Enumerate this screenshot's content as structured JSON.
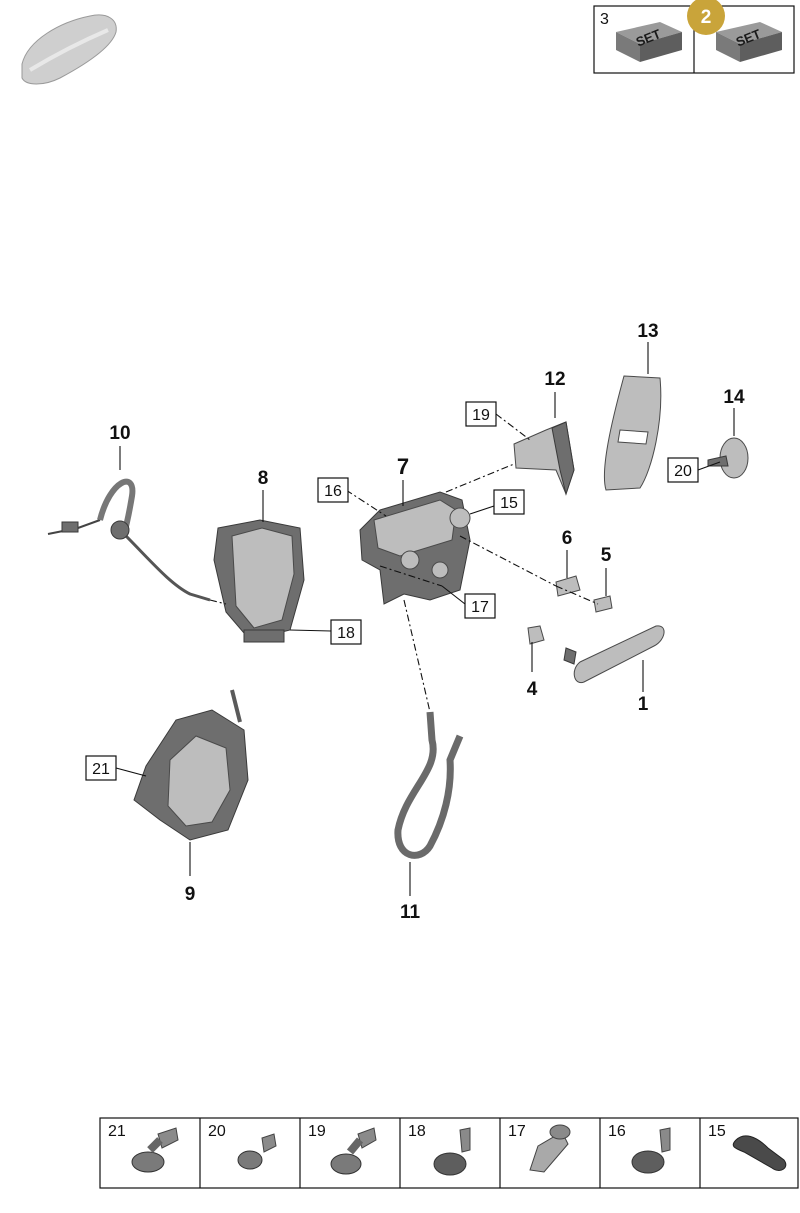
{
  "vehicle_icon": "car-silhouette-icon",
  "set_box": {
    "left_number": "3",
    "badge": "2",
    "badge_color": "#c9a43a",
    "block_text": "SET"
  },
  "callouts": {
    "c1": "1",
    "c4": "4",
    "c5": "5",
    "c6": "6",
    "c7": "7",
    "c8": "8",
    "c9": "9",
    "c10": "10",
    "c11": "11",
    "c12": "12",
    "c13": "13",
    "c14": "14"
  },
  "boxed": {
    "b15": "15",
    "b16": "16",
    "b17": "17",
    "b18": "18",
    "b19": "19",
    "b20": "20",
    "b21": "21"
  },
  "fastener_row": [
    {
      "label": "21",
      "icon": "screw-flange-icon"
    },
    {
      "label": "20",
      "icon": "screw-short-icon"
    },
    {
      "label": "19",
      "icon": "screw-flange-icon"
    },
    {
      "label": "18",
      "icon": "screw-washer-icon"
    },
    {
      "label": "17",
      "icon": "sleeve-icon"
    },
    {
      "label": "16",
      "icon": "screw-washer-icon"
    },
    {
      "label": "15",
      "icon": "plug-icon"
    }
  ]
}
